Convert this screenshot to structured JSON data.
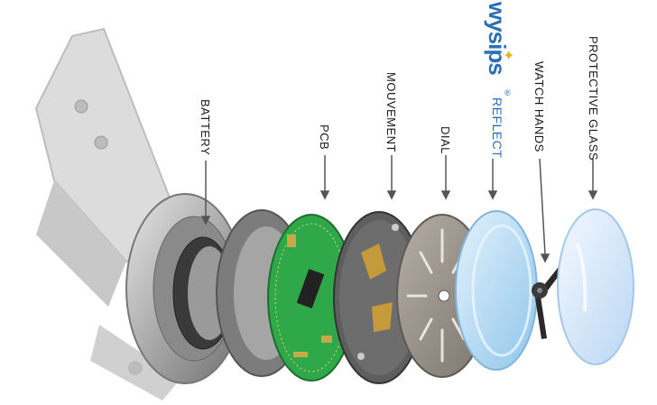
{
  "labels": {
    "battery": "BATTERY",
    "pcb": "PCB",
    "movement": "MOUVEMENT",
    "dial": "DIAL",
    "watch_hands": "WATCH HANDS",
    "protective_glass": "PROTECTIVE GLASS"
  },
  "brand": {
    "name": "wysips",
    "registered": "®",
    "product": "REFLECT",
    "color": "#2a6fb5",
    "star_color": "#f0b020"
  },
  "colors": {
    "strap": "#d9d9d9",
    "case_metal": "#b8b8b8",
    "pcb_green": "#2fa84a",
    "movement_dark": "#5e5e5e",
    "brass": "#c49a3a",
    "dial": "#9b948c",
    "wysips_layer": "#b9dcf3",
    "glass": "#d6e8f8",
    "hands": "#2a2a2a"
  }
}
